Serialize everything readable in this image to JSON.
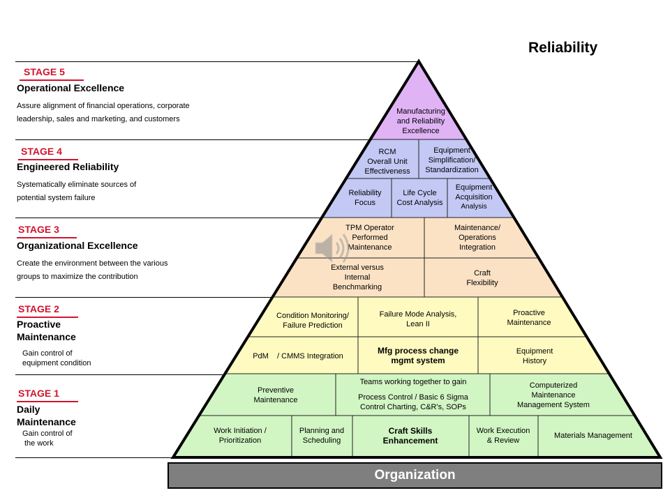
{
  "title": "Reliability",
  "stages": [
    {
      "label": "STAGE 5",
      "name": [
        "Operational Excellence"
      ],
      "desc": [
        "Assure alignment of financial operations, corporate",
        "leadership, sales and marketing, and customers"
      ]
    },
    {
      "label": "STAGE 4",
      "name": [
        "Engineered Reliability"
      ],
      "desc": [
        "Systematically eliminate sources of",
        "potential system failure"
      ]
    },
    {
      "label": "STAGE 3",
      "name": [
        "Organizational Excellence"
      ],
      "desc": [
        "Create the environment between the various",
        "groups to maximize the contribution"
      ]
    },
    {
      "label": "STAGE 2",
      "name": [
        "Proactive",
        "Maintenance"
      ],
      "desc": [
        "Gain control of",
        "equipment condition"
      ]
    },
    {
      "label": "STAGE 1",
      "name": [
        "Daily",
        "Maintenance"
      ],
      "desc": [
        "Gain control of",
        "the work"
      ]
    }
  ],
  "colors": {
    "stage_red": "#d2142d",
    "level5": "#e0b3f5",
    "level4": "#c3c9f4",
    "level3": "#fbe2c5",
    "level2": "#fffbc0",
    "level1": "#d2f5c4",
    "org_bar": "#7f7f7f"
  },
  "pyramid": {
    "level5": [
      "Manufacturing\nand Reliability\nExcellence"
    ],
    "level4_row1": [
      "RCM\nOverall Unit\nEffectiveness",
      "Equipment\nSimplification/\nStandardization"
    ],
    "level4_row2": [
      "Reliability\nFocus",
      "Life Cycle\nCost Analysis",
      "Equipment\nAcquisition"
    ],
    "level4_row2_small": "Analysis",
    "level3_row1": [
      "TPM Operator\nPerformed\nMaintenance",
      "Maintenance/\nOperations\nIntegration"
    ],
    "level3_row2": [
      "External versus\nInternal\nBenchmarking",
      "Craft\nFlexibility"
    ],
    "level2_row1": [
      "Condition Monitoring/\nFailure Prediction",
      "Failure Mode Analysis,\nLean II",
      "Proactive\nMaintenance"
    ],
    "level2_row2": [
      "PdM    / CMMS Integration",
      "Mfg process change\nmgmt system",
      "Equipment\nHistory"
    ],
    "level1_row1": [
      "Preventive\nMaintenance",
      "Teams working together to gain",
      "Process Control / Basic 6 Sigma\nControl Charting, C&R's, SOPs",
      "Computerized\nMaintenance\nManagement System"
    ],
    "level1_row2": [
      "Work Initiation /\nPrioritization",
      "Planning and\nScheduling",
      "Craft Skills\nEnhancement",
      "Work Execution\n& Review",
      "Materials Management"
    ]
  },
  "base_label": "Organization",
  "icons": {
    "speaker": "speaker-icon"
  }
}
